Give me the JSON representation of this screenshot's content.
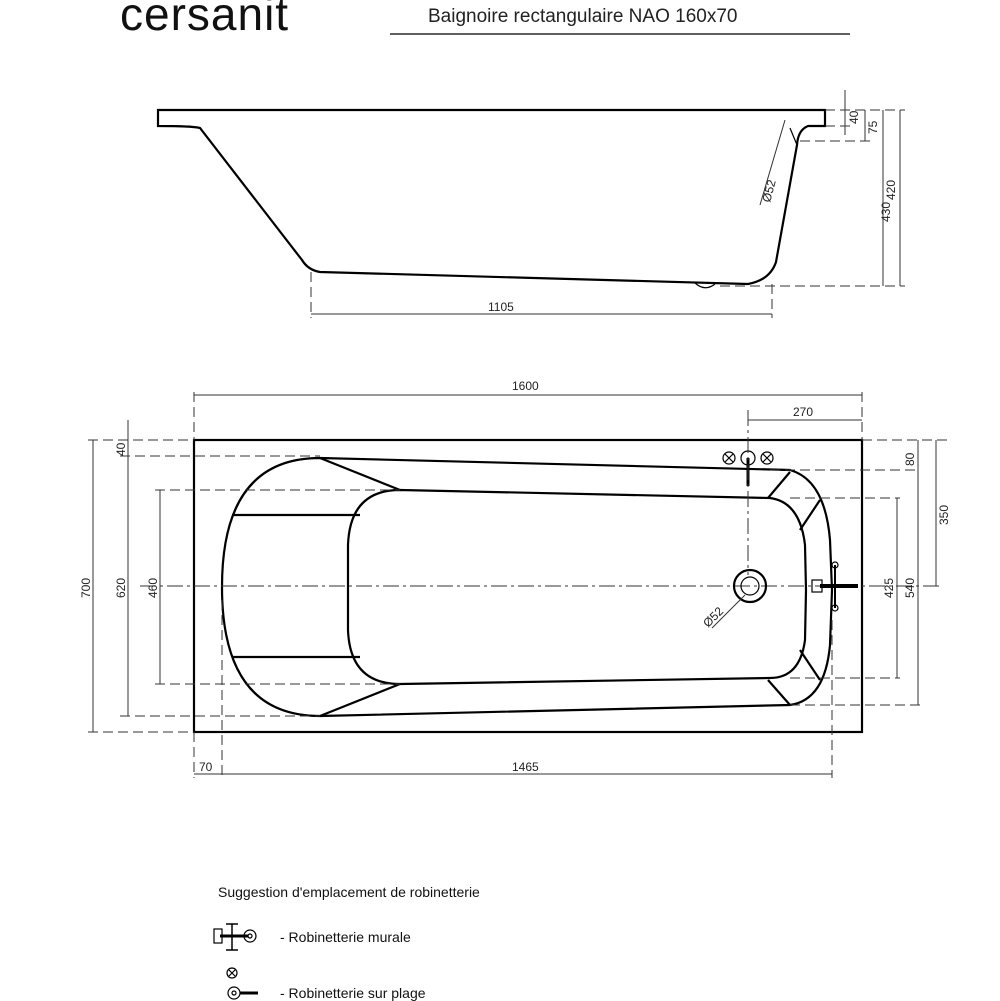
{
  "brand": "cersanit",
  "title": "Baignoire rectangulaire NAO 160x70",
  "side_view": {
    "dims": {
      "rim": "40",
      "rim_depth": "75",
      "depth_inner": "420",
      "depth_total": "430",
      "drain": "Ø52",
      "bottom_length": "1105"
    }
  },
  "top_view": {
    "dims": {
      "length": "1600",
      "tap_offset": "270",
      "rim": "40",
      "tap_from_edge": "80",
      "tap_to_center": "350",
      "width": "700",
      "inner_width": "620",
      "bottom_width": "460",
      "drain": "Ø52",
      "inner_425": "425",
      "inner_540": "540",
      "left_rim": "70",
      "inner_length": "1465"
    }
  },
  "legend": {
    "heading": "Suggestion d'emplacement de robinetterie",
    "wall_mounted": "- Robinetterie murale",
    "deck_mounted": "- Robinetterie sur plage"
  }
}
